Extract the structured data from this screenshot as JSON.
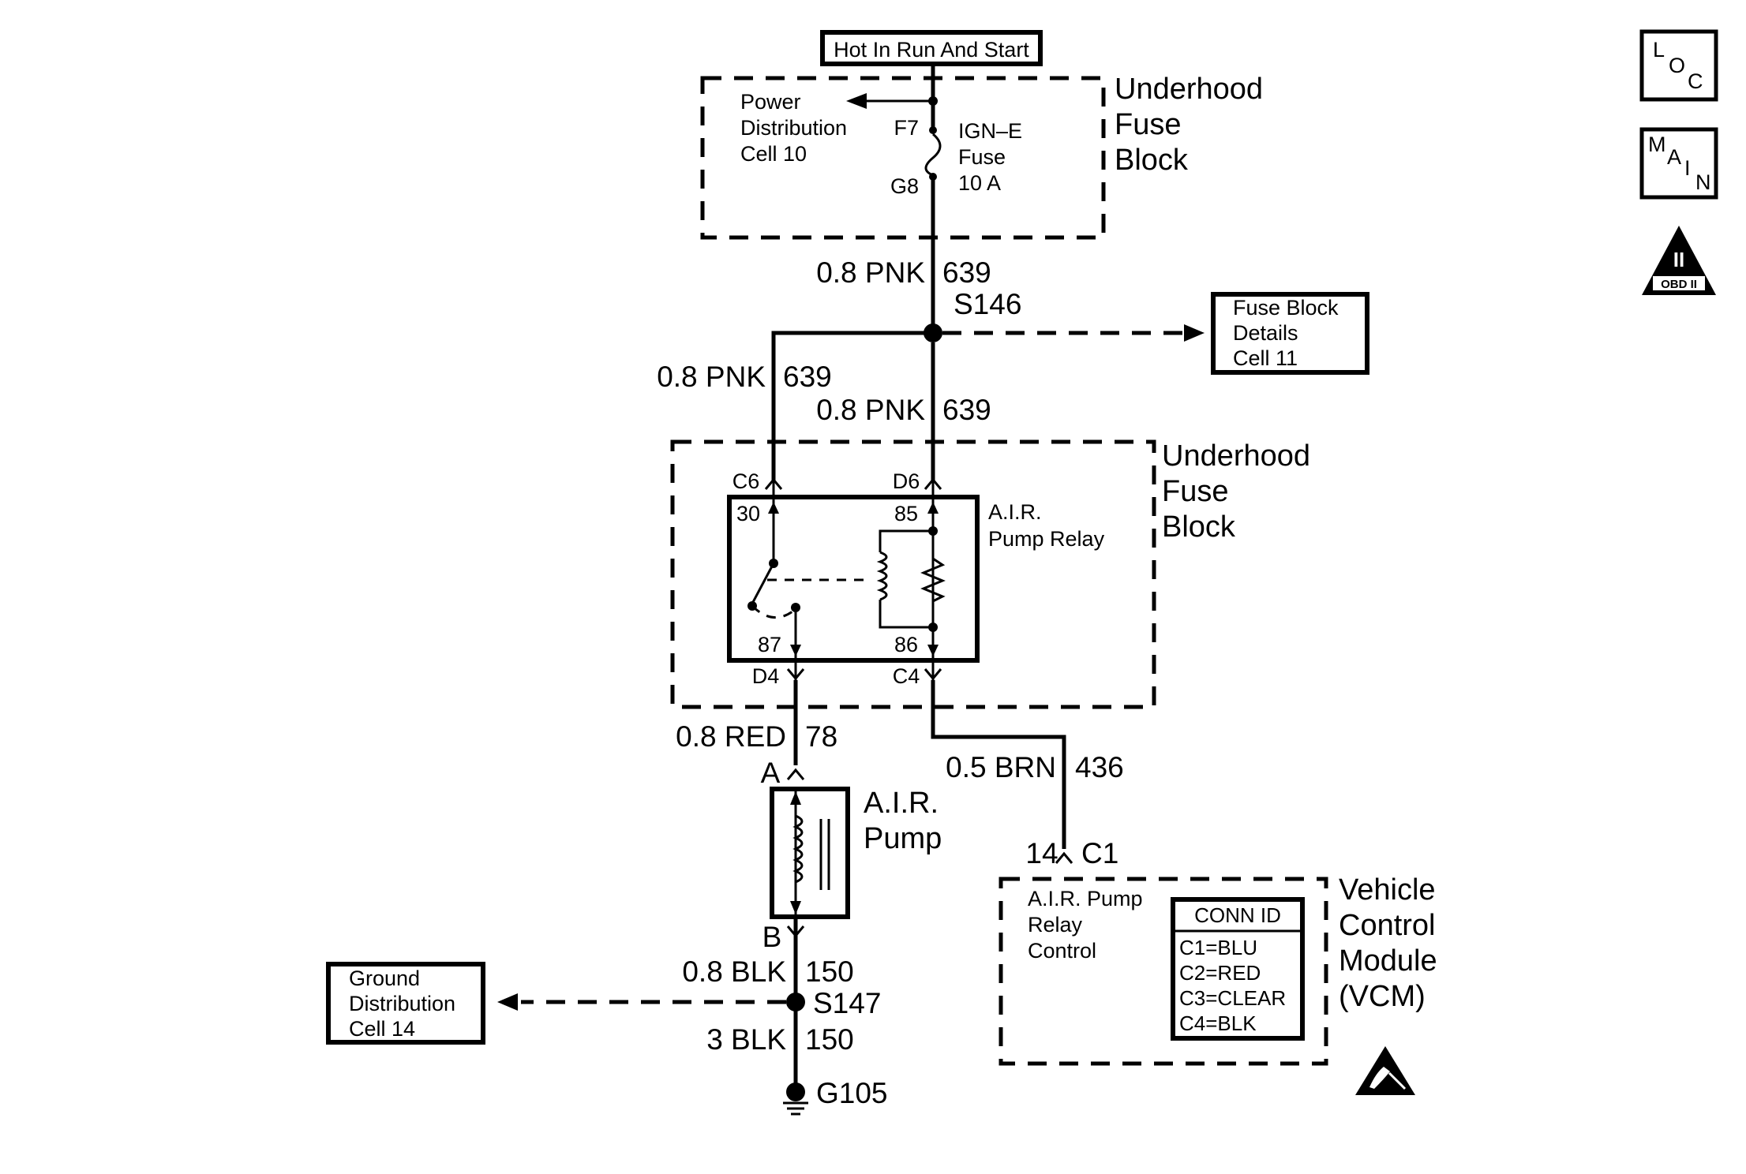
{
  "power_source": "Hot In Run And Start",
  "top_fuse_block": {
    "title_lines": [
      "Underhood",
      "Fuse",
      "Block"
    ],
    "power_dist_lines": [
      "Power",
      "Distribution",
      "Cell 10"
    ],
    "fuse_in_pin": "F7",
    "fuse_out_pin": "G8",
    "fuse_lines": [
      "IGN–E",
      "Fuse",
      "10 A"
    ]
  },
  "wire_s146_top": {
    "gauge_color": "0.8 PNK",
    "circuit": "639"
  },
  "splice_s146": "S146",
  "fuse_block_details_lines": [
    "Fuse Block",
    "Details",
    "Cell 11"
  ],
  "wire_left_branch": {
    "gauge_color": "0.8 PNK",
    "circuit": "639"
  },
  "wire_right_branch": {
    "gauge_color": "0.8 PNK",
    "circuit": "639"
  },
  "relay_fuse_block": {
    "title_lines": [
      "Underhood",
      "Fuse",
      "Block"
    ],
    "pins": {
      "c6": "C6",
      "d6": "D6",
      "d4": "D4",
      "c4": "C4"
    },
    "relay_pins": {
      "p30": "30",
      "p85": "85",
      "p87": "87",
      "p86": "86"
    },
    "relay_name_lines": [
      "A.I.R.",
      "Pump Relay"
    ]
  },
  "wire_red": {
    "gauge_color": "0.8 RED",
    "circuit": "78"
  },
  "wire_brn": {
    "gauge_color": "0.5 BRN",
    "circuit": "436"
  },
  "air_pump": {
    "pin_a": "A",
    "pin_b": "B",
    "name_lines": [
      "A.I.R.",
      "Pump"
    ]
  },
  "wire_blk_top": {
    "gauge_color": "0.8 BLK",
    "circuit": "150"
  },
  "splice_s147": "S147",
  "wire_blk_bottom": {
    "gauge_color": "3 BLK",
    "circuit": "150"
  },
  "ground": "G105",
  "ground_dist_lines": [
    "Ground",
    "Distribution",
    "Cell 14"
  ],
  "vcm": {
    "pin_number": "14",
    "connector": "C1",
    "control_lines": [
      "A.I.R. Pump",
      "Relay",
      "Control"
    ],
    "name_lines": [
      "Vehicle",
      "Control",
      "Module",
      "(VCM)"
    ],
    "conn_id_header": "CONN ID",
    "conn_ids": [
      "C1=BLU",
      "C2=RED",
      "C3=CLEAR",
      "C4=BLK"
    ]
  },
  "side_icons": {
    "loc_letters": [
      "L",
      "O",
      "C"
    ],
    "main_letters": [
      "M",
      "A",
      "I",
      "N"
    ],
    "obd_symbol": "II",
    "obd_label": "OBD II"
  }
}
